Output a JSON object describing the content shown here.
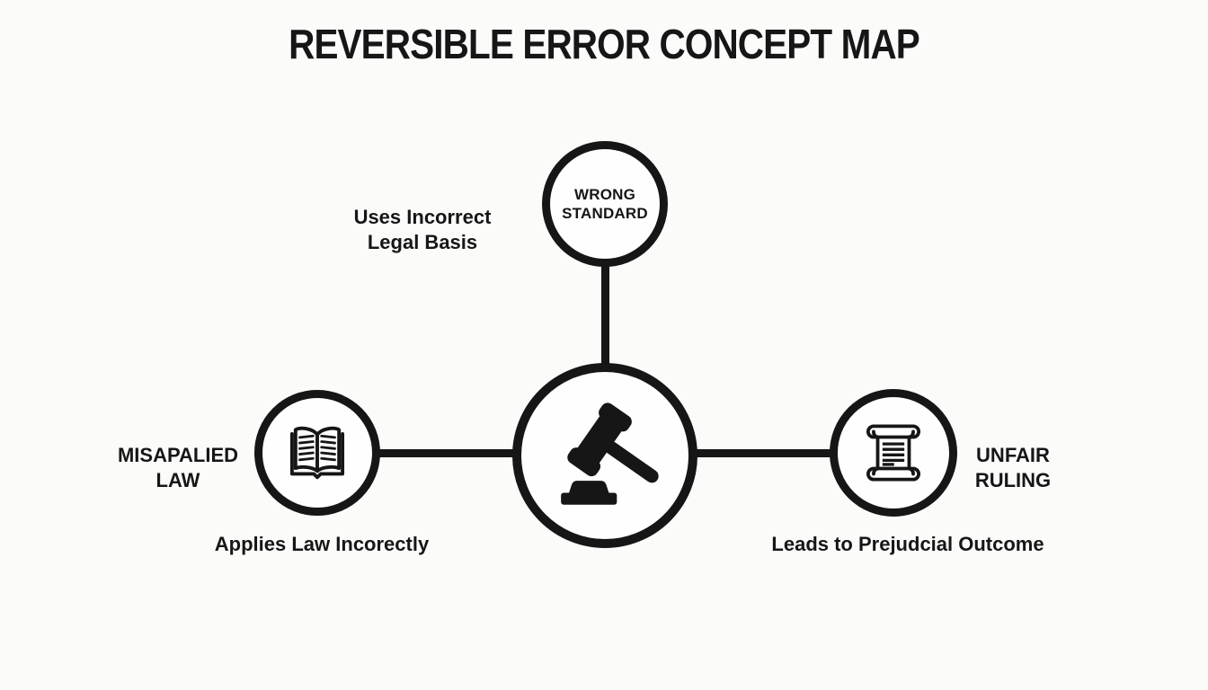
{
  "meta": {
    "background_color": "#fbfbfa",
    "ink_color": "#161616"
  },
  "title": "REVERSIBLE ERROR CONCEPT MAP",
  "map": {
    "center_node": {
      "icon": "gavel-icon"
    },
    "top_node": {
      "line1": "WRONG",
      "line2": "STANDARD"
    },
    "left_node": {
      "icon": "open-book-icon",
      "line1": "MISAPALIED",
      "line2": "LAW"
    },
    "right_node": {
      "icon": "scroll-icon",
      "line1": "UNFAIR",
      "line2": "RULING"
    },
    "edge_top": {
      "line1": "Uses Incorrect",
      "line2": "Legal Basis"
    },
    "edge_left": {
      "label": "Applies Law Incorectly"
    },
    "edge_right": {
      "label": "Leads to Prejudcial Outcome"
    }
  }
}
